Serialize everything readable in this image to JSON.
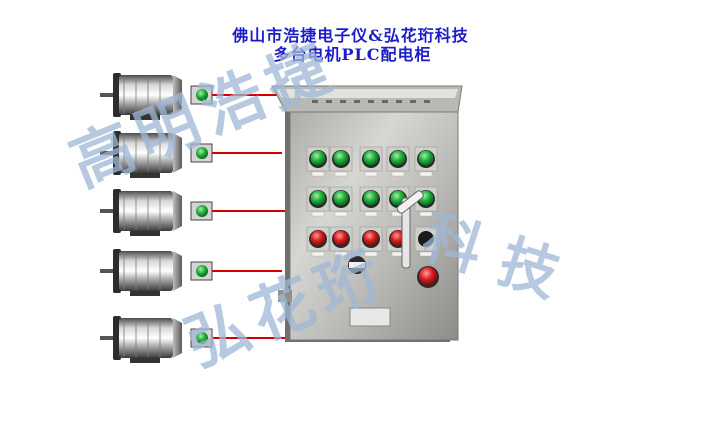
{
  "title": {
    "line1": "佛山市浩捷电子仪&弘花珩科技",
    "line2": "多台电机PLC配电柜"
  },
  "colors": {
    "title": "#1d1dc8",
    "wire": "#d40000",
    "green_lamp": "#1a9a2e",
    "red_button": "#d01818",
    "cabinet": "#c8c8c4"
  },
  "motors": [
    {
      "name": "motor-1",
      "state": "running"
    },
    {
      "name": "motor-2",
      "state": "running"
    },
    {
      "name": "motor-3",
      "state": "running"
    },
    {
      "name": "motor-4",
      "state": "running"
    },
    {
      "name": "motor-5",
      "state": "running"
    }
  ],
  "panel": {
    "row1": [
      "green-lamp",
      "green-lamp",
      "green-lamp",
      "green-lamp",
      "green-lamp"
    ],
    "row2": [
      "green-button",
      "green-button",
      "green-button",
      "green-button",
      "green-button"
    ],
    "row3": [
      "red-button",
      "red-button",
      "red-button",
      "red-button",
      "black-knob"
    ]
  },
  "watermark_text": {
    "part1": "高明浩捷",
    "part2": "弘花珩",
    "part3": "科技"
  }
}
